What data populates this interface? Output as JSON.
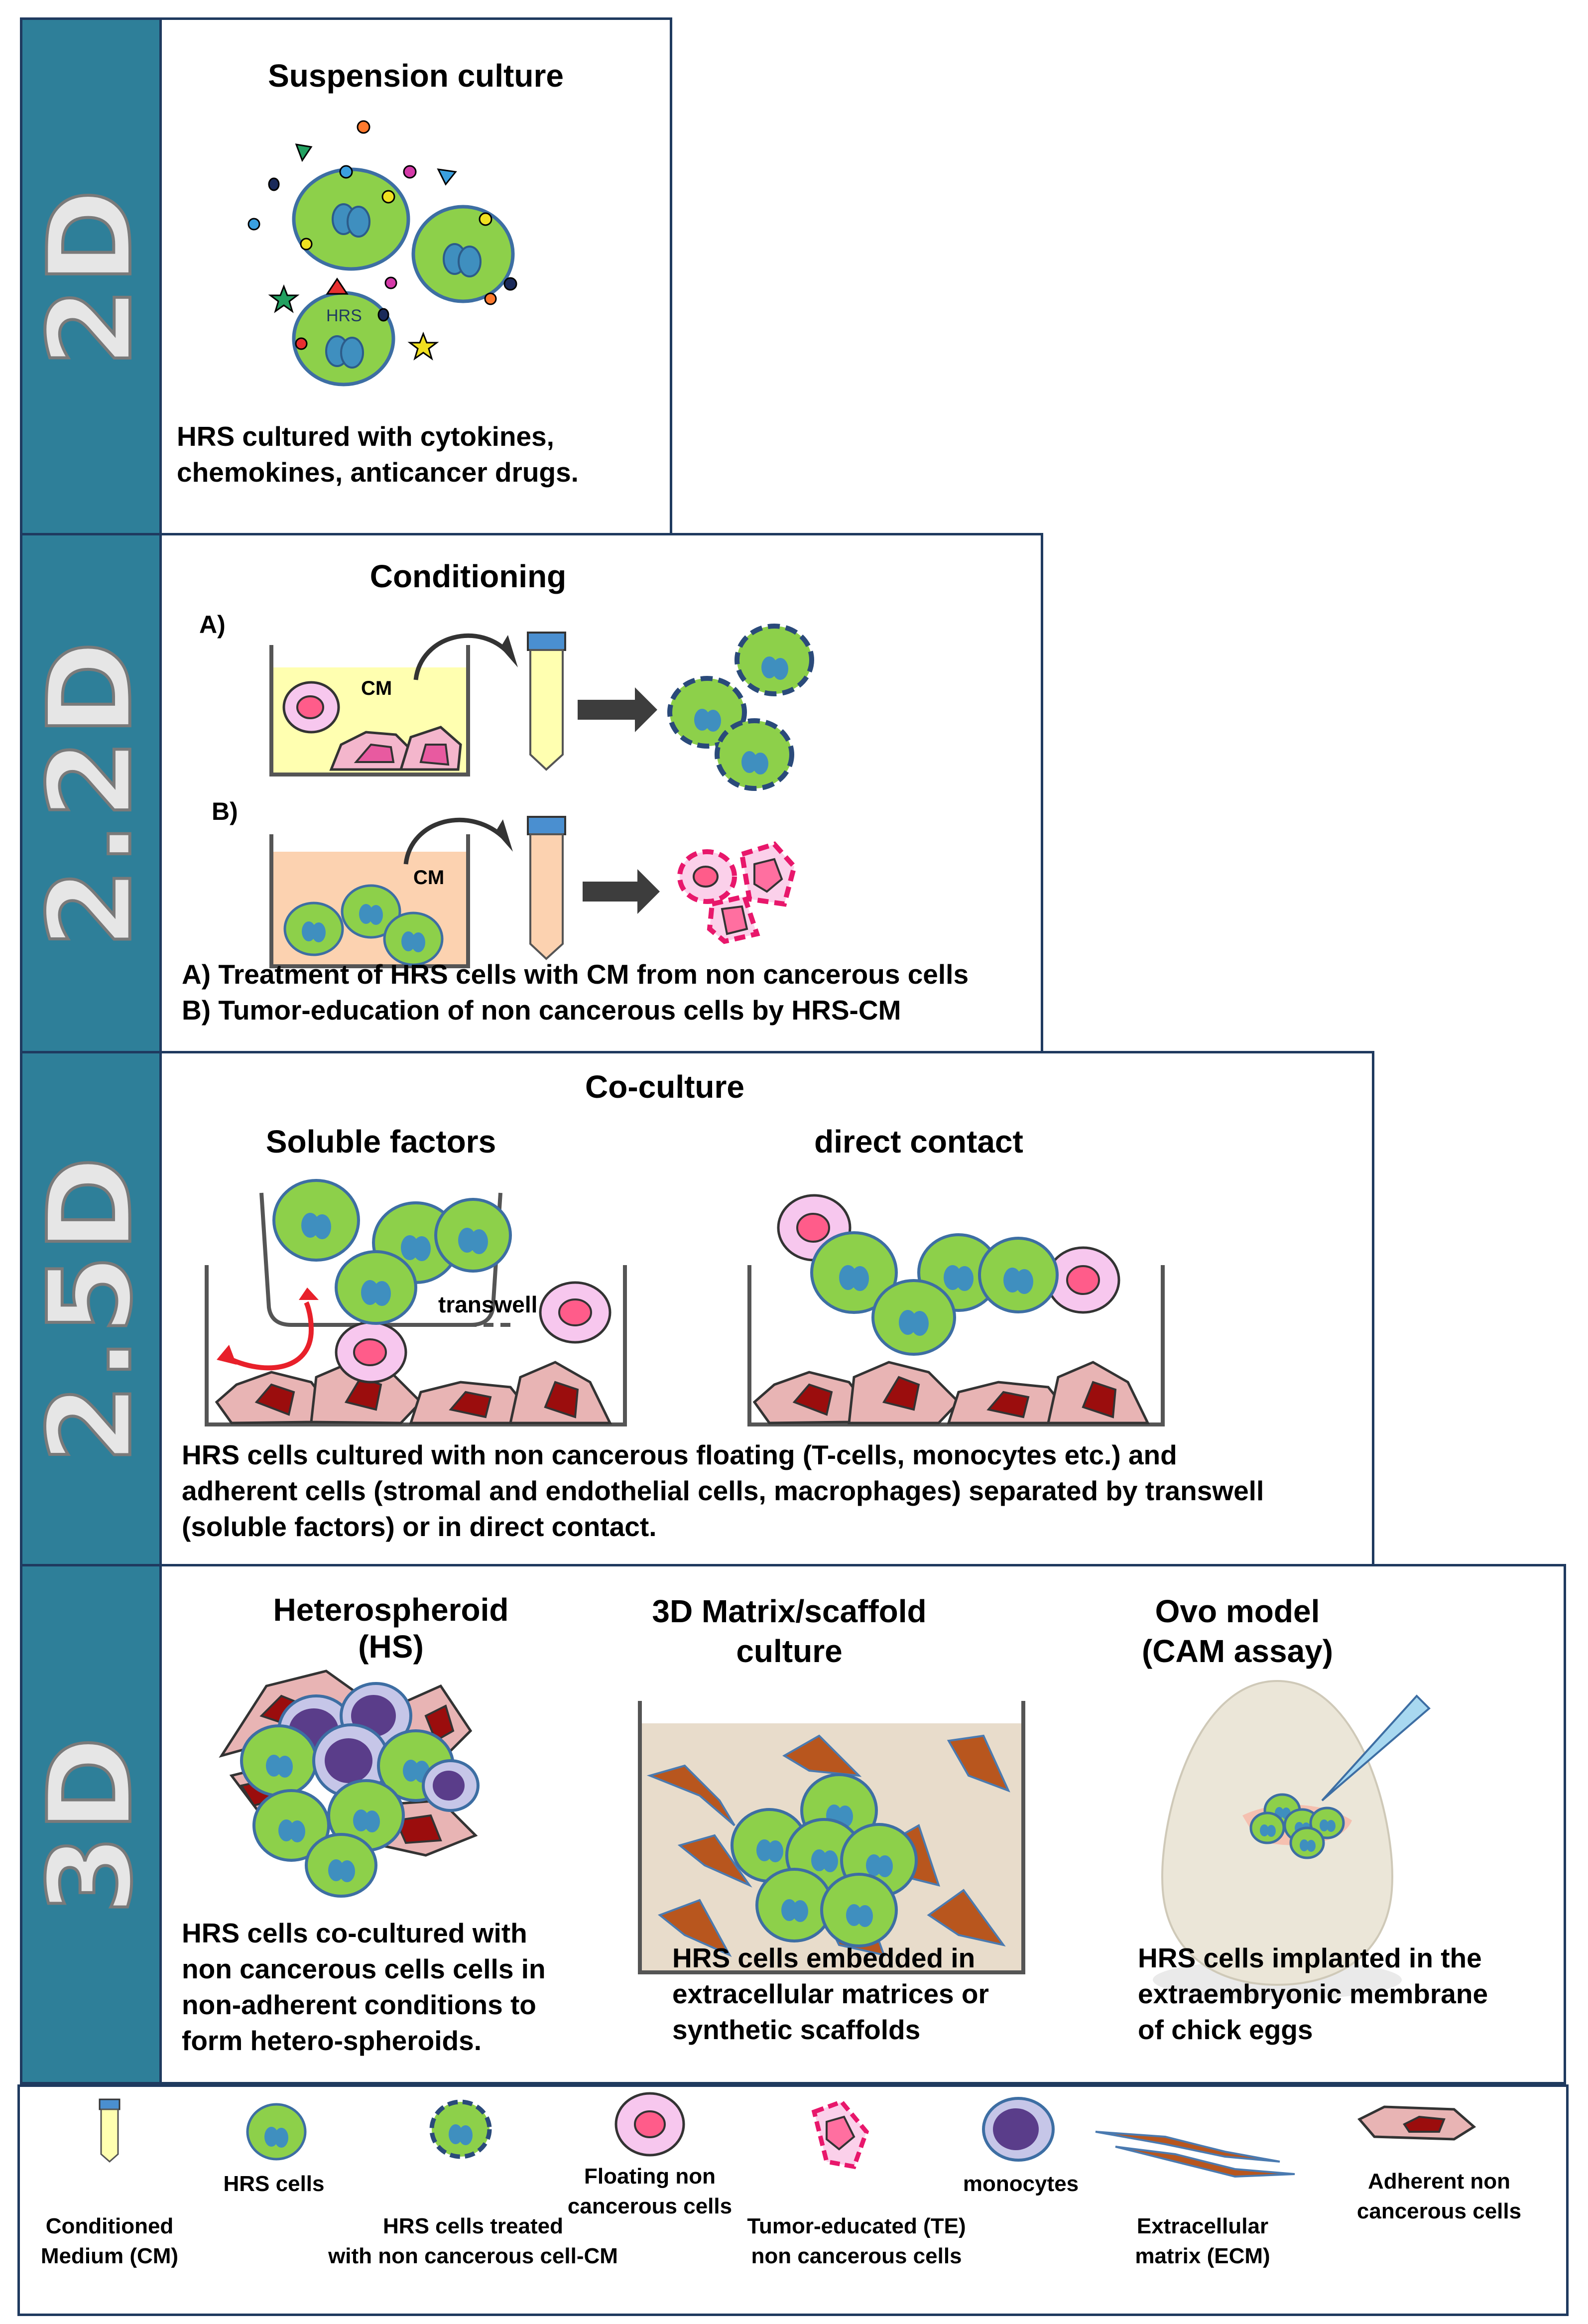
{
  "rows": [
    {
      "level": "2D",
      "title": "Suspension culture",
      "cell_label": "HRS",
      "caption_lines": [
        "HRS cultured with  cytokines,",
        "chemokines, anticancer drugs."
      ]
    },
    {
      "level": "2.2D",
      "title": "Conditioning",
      "label_a": "A)",
      "label_b": "B)",
      "cm_label_a": "CM",
      "cm_label_b": "CM",
      "caption_lines": [
        "A) Treatment of HRS cells with CM from non cancerous cells",
        "B) Tumor-education of non cancerous  cells by HRS-CM"
      ]
    },
    {
      "level": "2.5D",
      "title": "Co-culture",
      "subtitle_left": "Soluble factors",
      "subtitle_right": "direct contact",
      "transwell_label": "transwell",
      "caption_lines": [
        "HRS cells cultured  with non cancerous floating (T-cells, monocytes etc.) and",
        "adherent cells (stromal and endothelial cells, macrophages) separated by transwell",
        "(soluble factors)  or  in direct contact."
      ]
    },
    {
      "level": "3D",
      "col1_title": "Heterospheroid  (HS)",
      "col1_caption_lines": [
        "HRS cells co-cultured with",
        "non cancerous cells cells in",
        "non-adherent conditions to",
        "form hetero-spheroids."
      ],
      "col2_title_lines": [
        "3D Matrix/scaffold",
        "culture"
      ],
      "col2_caption_lines": [
        "HRS cells embedded in",
        "extracellular matrices or",
        "synthetic scaffolds"
      ],
      "col3_title_lines": [
        "Ovo model",
        "(CAM assay)"
      ],
      "col3_caption_lines": [
        "HRS  cells  implanted  in  the",
        "extraembryonic   membrane",
        "of chick eggs"
      ]
    }
  ],
  "legend": {
    "items": [
      {
        "icon": "tube-icon",
        "label_lines": [
          "Conditioned",
          "Medium (CM)"
        ]
      },
      {
        "icon": "hrs-cell-icon",
        "label_lines": [
          "HRS cells"
        ]
      },
      {
        "icon": "treated-hrs-cell-icon",
        "label_lines": [
          "HRS cells treated",
          "with non cancerous cell-CM"
        ]
      },
      {
        "icon": "floating-cell-icon",
        "label_lines": [
          "Floating  non",
          "cancerous cells"
        ]
      },
      {
        "icon": "tumor-educated-cell-icon",
        "label_lines": [
          "Tumor-educated  (TE)",
          "non cancerous cells"
        ]
      },
      {
        "icon": "monocyte-icon",
        "label_lines": [
          "monocytes"
        ]
      },
      {
        "icon": "ecm-icon",
        "label_lines": [
          "Extracellular",
          "matrix (ECM)"
        ]
      },
      {
        "icon": "adherent-cell-icon",
        "label_lines": [
          "Adherent non",
          "cancerous cells"
        ]
      }
    ]
  },
  "colors": {
    "strip": "#2e7f99",
    "border": "#1f3a5f",
    "hrs_fill": "#8dd04a",
    "hrs_stroke": "#3d6ea3",
    "nucleus": "#3f8fbf",
    "floating_fill": "#f7c7ee",
    "floating_nucleus": "#ff5c8a",
    "adherent_fill": "#e8b4b4",
    "adherent_nucleus": "#9b0d0d",
    "monocyte_fill": "#c6c6e8",
    "monocyte_nucleus": "#5a3d8a",
    "medium_yellow": "#ffffb0",
    "medium_peach": "#fcd2b0",
    "te_border": "#e8176b",
    "ecm": "#b8561e"
  }
}
